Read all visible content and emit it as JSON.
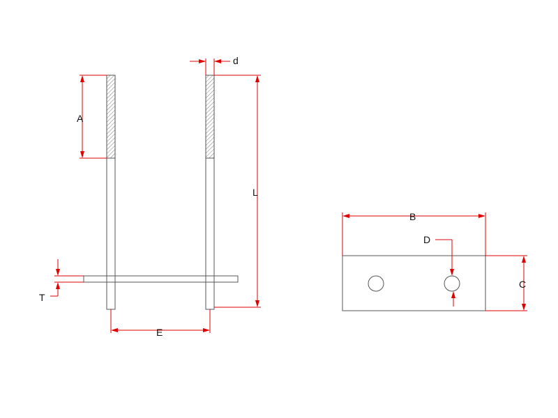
{
  "colors": {
    "part_stroke": "#555555",
    "dimension": "#e00000",
    "background": "#ffffff"
  },
  "labels": {
    "A": "A",
    "d": "d",
    "L": "L",
    "T": "T",
    "E": "E",
    "B": "B",
    "D": "D",
    "C": "C"
  }
}
